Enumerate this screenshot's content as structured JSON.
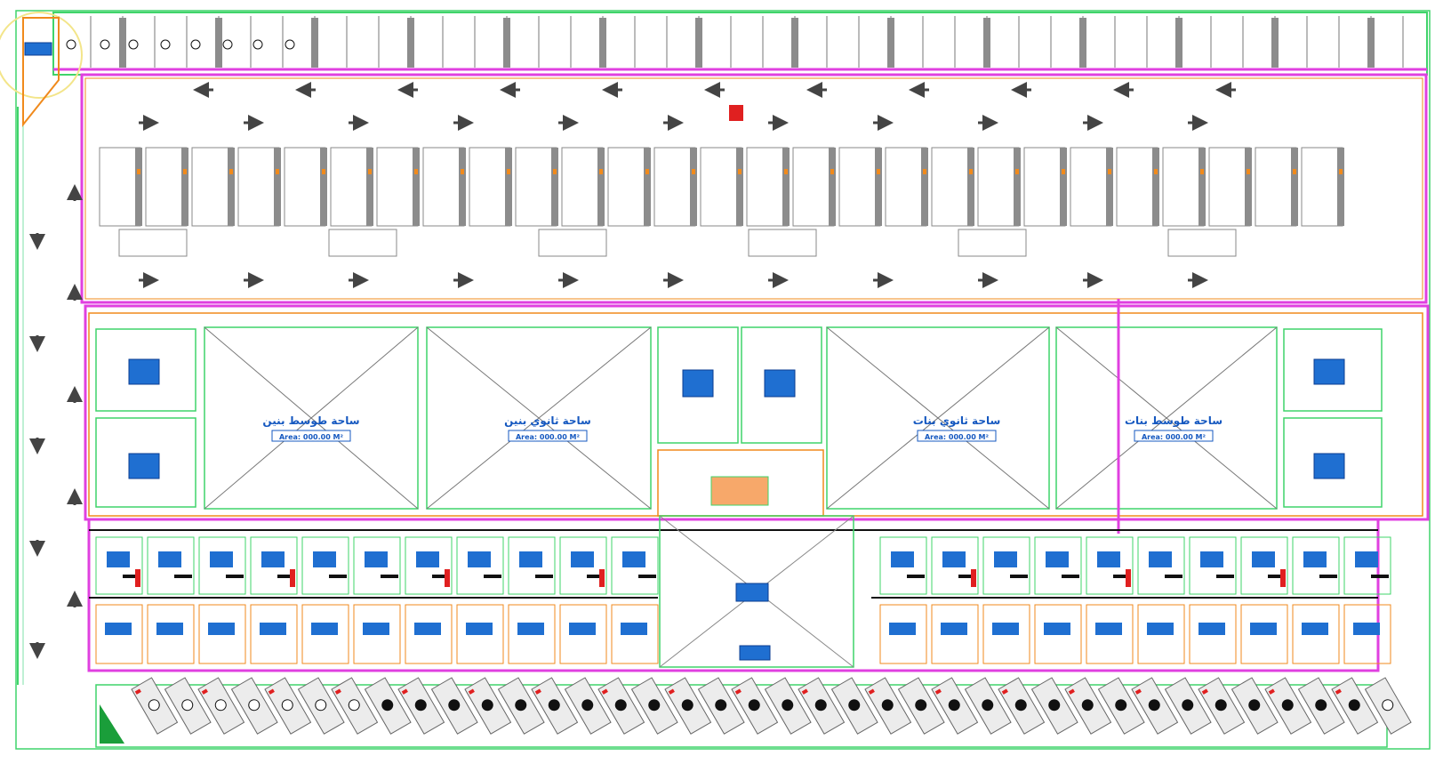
{
  "drawing": {
    "space_labels": [
      {
        "title": "ساحة طوسط بنين",
        "area": "Area: 000.00 M²"
      },
      {
        "title": "ساحة ثانوي بنين",
        "area": "Area: 000.00 M²"
      },
      {
        "title": "ساحة ثانوي بنات",
        "area": "Area: 000.00 M²"
      },
      {
        "title": "ساحة طوسط بنات",
        "area": "Area: 000.00 M²"
      }
    ]
  },
  "colors": {
    "magenta_wall": "#e040e0",
    "orange_line": "#f08a1c",
    "green_line": "#3fd46a",
    "red_mark": "#e02020",
    "blue_tag": "#1f6fd1",
    "gray_fill": "#8c8c8c",
    "black": "#111111"
  },
  "icons": {
    "arrow_left": "arrow-left-icon",
    "arrow_right": "arrow-right-icon",
    "arrow_up": "arrow-up-icon",
    "arrow_down": "arrow-down-icon",
    "parking_circle": "circle-icon"
  }
}
